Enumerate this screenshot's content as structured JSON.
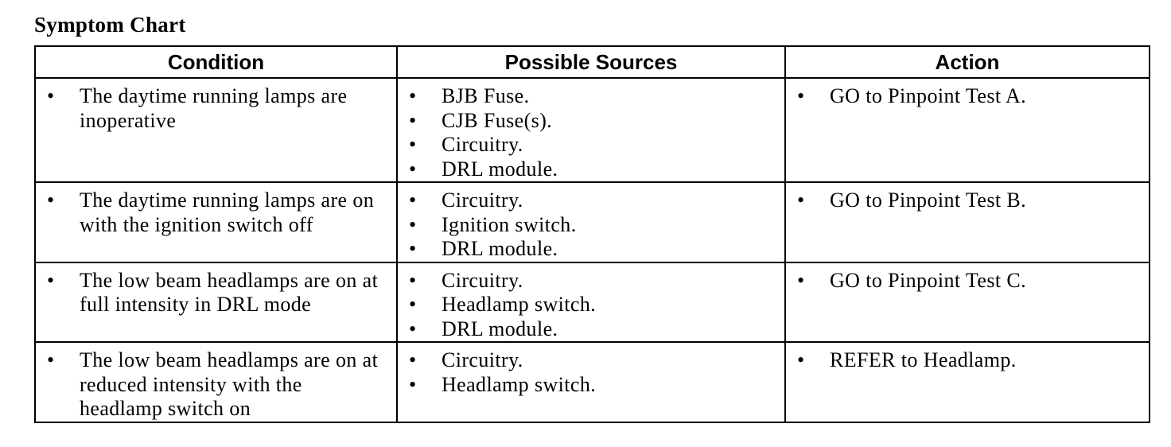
{
  "title": "Symptom Chart",
  "columns": [
    "Condition",
    "Possible Sources",
    "Action"
  ],
  "bullet": "•",
  "rows": [
    {
      "condition": [
        "The daytime running lamps are inoperative"
      ],
      "sources": [
        "BJB Fuse.",
        "CJB Fuse(s).",
        "Circuitry.",
        "DRL module."
      ],
      "action": [
        "GO to Pinpoint Test A."
      ]
    },
    {
      "condition": [
        "The daytime running lamps are on with the ignition switch off"
      ],
      "sources": [
        "Circuitry.",
        "Ignition switch.",
        "DRL module."
      ],
      "action": [
        "GO to Pinpoint Test B."
      ]
    },
    {
      "condition": [
        "The low beam headlamps are on at full intensity in DRL mode"
      ],
      "sources": [
        "Circuitry.",
        "Headlamp switch.",
        "DRL module."
      ],
      "action": [
        "GO to Pinpoint Test C."
      ]
    },
    {
      "condition": [
        "The low beam headlamps are on at reduced intensity with the headlamp switch on"
      ],
      "sources": [
        "Circuitry.",
        "Headlamp switch."
      ],
      "action": [
        "REFER to Headlamp."
      ]
    }
  ]
}
